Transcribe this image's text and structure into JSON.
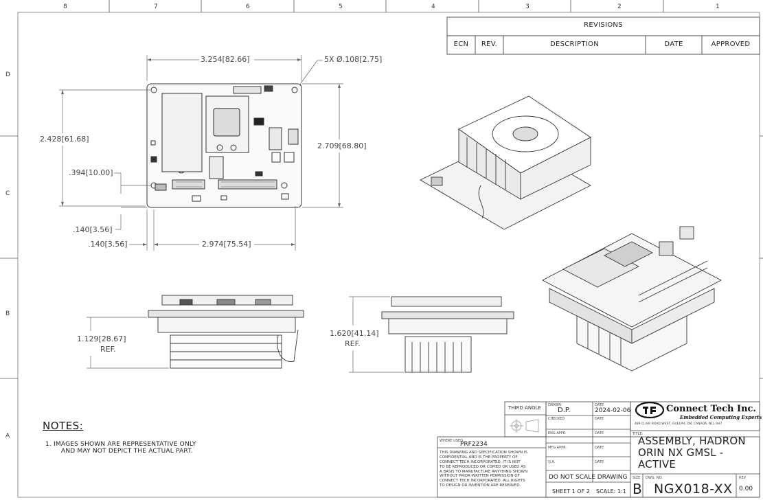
{
  "zones": {
    "top": [
      "8",
      "7",
      "6",
      "5",
      "4",
      "3",
      "2",
      "1"
    ],
    "side": [
      "D",
      "C",
      "B",
      "A"
    ]
  },
  "revisions": {
    "title": "REVISIONS",
    "headers": [
      "ECN",
      "REV.",
      "DESCRIPTION",
      "DATE",
      "APPROVED"
    ]
  },
  "dimensions": {
    "width_top": "3.254",
    "width_top_mm": "[82.66]",
    "holes": "5X Ø.108",
    "holes_mm": "[2.75]",
    "height_left": "2.428",
    "height_left_mm": "[61.68]",
    "height_right": "2.709",
    "height_right_mm": "[68.80]",
    "offset_394": ".394",
    "offset_394_mm": "[10.00]",
    "offset_140_v": ".140",
    "offset_140_v_mm": "[3.56]",
    "offset_140_h": ".140",
    "offset_140_h_mm": "[3.56]",
    "width_bottom": "2.974",
    "width_bottom_mm": "[75.54]",
    "side_height_1": "1.129",
    "side_height_1_mm": "[28.67]",
    "side_height_2": "1.620",
    "side_height_2_mm": "[41.14]",
    "ref": "REF."
  },
  "notes": {
    "heading": "NOTES:",
    "items": [
      "1.   IMAGES SHOWN ARE REPRESENTATIVE ONLY",
      "AND MAY NOT DEPICT THE ACTUAL PART."
    ]
  },
  "title_block": {
    "third_angle": "THIRD ANGLE",
    "drawn_label": "DRAWN",
    "drawn_by": "D.P.",
    "date_label": "DATE",
    "drawn_date": "2024-02-06",
    "checked_label": "CHECKED",
    "eng_appr_label": "ENG APPR.",
    "mfg_appr_label": "MFG APPR.",
    "qa_label": "Q.A.",
    "where_used_label": "WHERE USED",
    "where_used": "PRF2234",
    "confidential": [
      "THIS DRAWING AND SPECIFICATION SHOWN IS",
      "CONFIDENTIAL AND IS THE PROPERTY OF",
      "CONNECT TECH INCORPORATED.  IT IS NOT",
      "TO BE REPRODUCED OR COPIED OR USED AS",
      "A BASIS TO MANUFACTURE ANYTHING SHOWN",
      "WITHOUT PRIOR WRITTEN PERMISSION OF",
      "CONNECT TECH INCORPORATED.  ALL RIGHTS",
      "TO DESIGN OR INVENTION ARE RESERVED."
    ],
    "do_not_scale": "DO NOT SCALE DRAWING",
    "sheet": "SHEET 1 OF 2",
    "scale": "SCALE: 1:1",
    "company": "Connect Tech Inc.",
    "tagline": "Embedded Computing Experts",
    "address": "489 CLAIR ROAD WEST, GUELPH, ON, CANADA, N1L 0H7",
    "title_label": "TITLE:",
    "title_lines": [
      "ASSEMBLY, HADRON",
      "ORIN NX GMSL -",
      "ACTIVE"
    ],
    "size_label": "SIZE",
    "size": "B",
    "dwg_no_label": "DWG. NO.",
    "dwg_no": "NGX018-XX",
    "rev_label": "REV",
    "rev": "0.00"
  }
}
